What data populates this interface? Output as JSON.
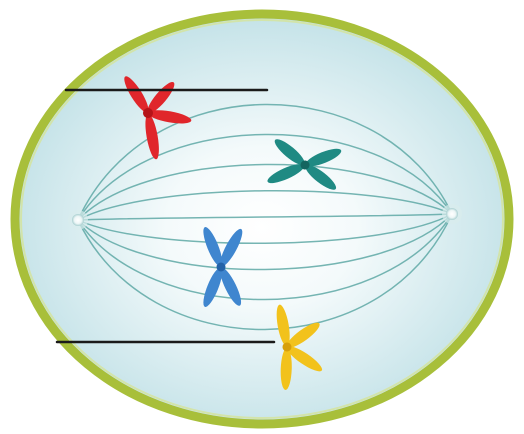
{
  "colors": {
    "background": "#ffffff",
    "cell_membrane": "#a8bf3a",
    "membrane_highlight": "#c9d86a",
    "cytoplasm_center": "#ffffff",
    "cytoplasm_edge": "#bfe0e6",
    "spindle_fiber": "#5fa9a6",
    "centrosome": "#f4fbfb",
    "label_line": "#1a1a1a"
  },
  "chromosomes": [
    {
      "id": "red",
      "color": "#e0262b",
      "dark": "#b51419"
    },
    {
      "id": "teal",
      "color": "#1f8a83",
      "dark": "#146560"
    },
    {
      "id": "blue",
      "color": "#3f86cf",
      "dark": "#2463a8"
    },
    {
      "id": "yellow",
      "color": "#f2c21c",
      "dark": "#d79f0a"
    }
  ],
  "structures": [
    "cell-membrane",
    "spindle-apparatus",
    "left-centrosome",
    "right-centrosome"
  ],
  "pointer_lines": [
    {
      "id": "pointer-line-top",
      "target": "red"
    },
    {
      "id": "pointer-line-bottom",
      "target": "yellow"
    }
  ]
}
